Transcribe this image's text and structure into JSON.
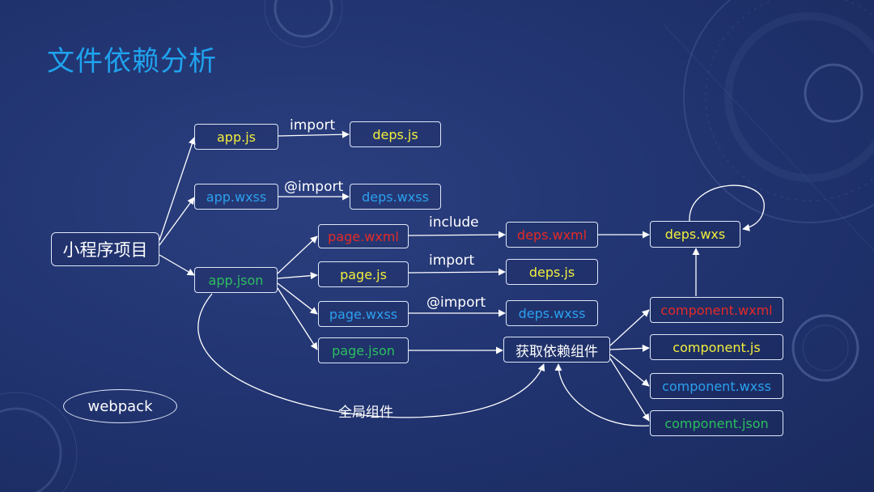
{
  "title": "文件依赖分析",
  "nodes": {
    "root": "小程序项目",
    "app_js": "app.js",
    "app_wxss": "app.wxss",
    "app_json": "app.json",
    "deps_js_top": "deps.js",
    "deps_wxss_top": "deps.wxss",
    "page_wxml": "page.wxml",
    "page_js": "page.js",
    "page_wxss": "page.wxss",
    "page_json": "page.json",
    "deps_wxml": "deps.wxml",
    "deps_js": "deps.js",
    "deps_wxss": "deps.wxss",
    "deps_wxs": "deps.wxs",
    "get_components": "获取依赖组件",
    "component_wxml": "component.wxml",
    "component_js": "component.js",
    "component_wxss": "component.wxss",
    "component_json": "component.json",
    "webpack": "webpack"
  },
  "edge_labels": {
    "import_top": "import",
    "at_import_top": "@import",
    "include": "include",
    "import_mid": "import",
    "at_import_mid": "@import",
    "global_components": "全局组件"
  },
  "colors": {
    "title": "#1fa3ee",
    "js": "#f2ee3b",
    "wxss": "#2ca0ee",
    "json": "#2bbf5f",
    "wxml": "#e52a26",
    "line": "#ffffff"
  }
}
